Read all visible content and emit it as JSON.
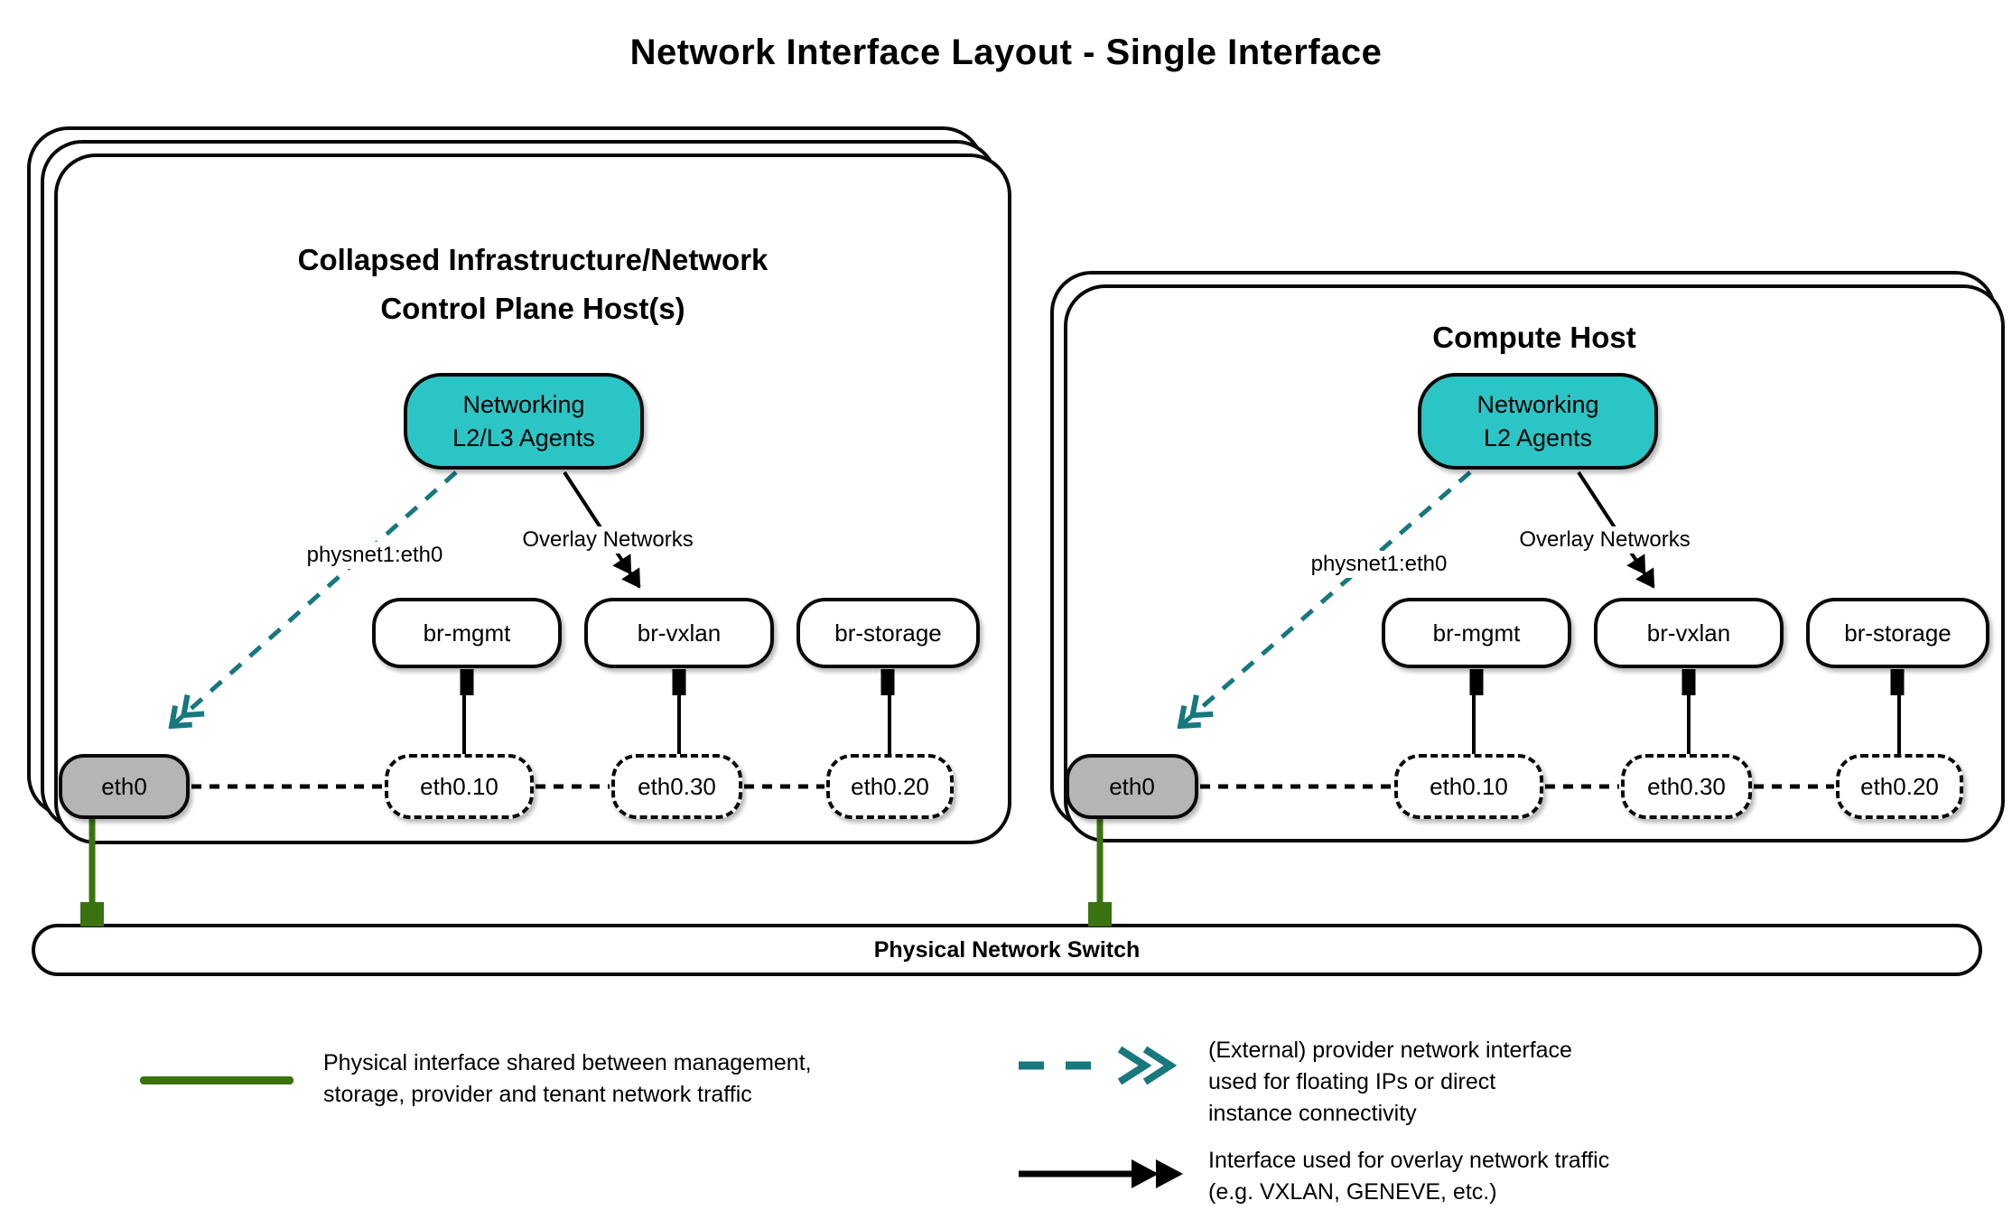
{
  "title": "Network Interface Layout - Single Interface",
  "hosts": [
    {
      "title_lines": [
        "Collapsed Infrastructure/Network",
        "Control Plane Host(s)"
      ],
      "agent_lines": [
        "Networking",
        "L2/L3 Agents"
      ],
      "provider_label": "physnet1:eth0",
      "overlay_label": "Overlay Networks",
      "bridges": [
        "br-mgmt",
        "br-vxlan",
        "br-storage"
      ],
      "phys_if": "eth0",
      "vlan_ifs": [
        "eth0.10",
        "eth0.30",
        "eth0.20"
      ]
    },
    {
      "title_lines": [
        "Compute Host"
      ],
      "agent_lines": [
        "Networking",
        "L2 Agents"
      ],
      "provider_label": "physnet1:eth0",
      "overlay_label": "Overlay Networks",
      "bridges": [
        "br-mgmt",
        "br-vxlan",
        "br-storage"
      ],
      "phys_if": "eth0",
      "vlan_ifs": [
        "eth0.10",
        "eth0.30",
        "eth0.20"
      ]
    }
  ],
  "switch": {
    "label": "Physical Network Switch"
  },
  "legend": {
    "items": [
      {
        "symbol": "solid-green-line",
        "lines": [
          "Physical interface shared between management,",
          "storage, provider and tenant network traffic"
        ]
      },
      {
        "symbol": "teal-dashed-double-arrow",
        "lines": [
          "(External) provider network interface",
          "used for floating IPs or direct",
          "instance connectivity"
        ]
      },
      {
        "symbol": "black-solid-double-arrow",
        "lines": [
          "Interface used for overlay network traffic",
          "(e.g. VXLAN, GENEVE, etc.)"
        ]
      }
    ]
  },
  "colors": {
    "teal_fill": "#2cc5c5",
    "teal_line": "#17787e",
    "green_line": "#3a730f",
    "gray_fill": "#b5b5b5",
    "border": "#0a0a0a"
  }
}
